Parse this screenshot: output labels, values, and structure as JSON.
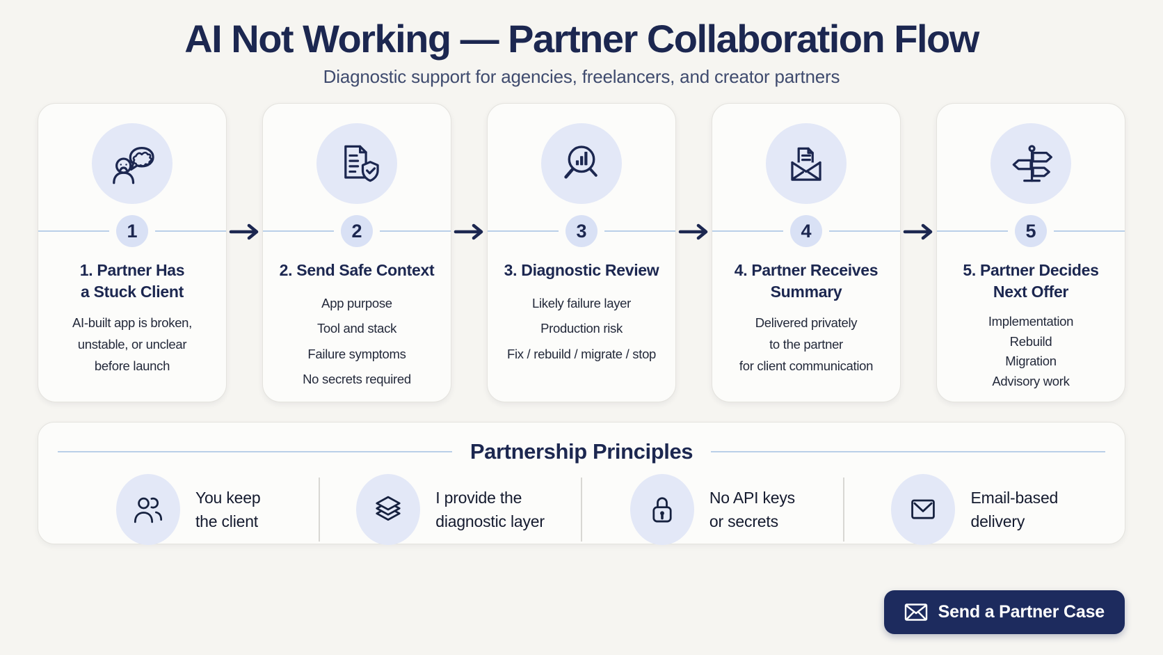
{
  "header": {
    "title": "AI Not Working — Partner Collaboration Flow",
    "subtitle": "Diagnostic support for agencies, freelancers, and creator partners"
  },
  "steps": [
    {
      "number": "1",
      "icon": "confused-client-icon",
      "title_lines": [
        "1. Partner Has",
        "a Stuck Client"
      ],
      "body_lines": [
        "AI-built app is broken,",
        "unstable, or unclear",
        "before launch"
      ]
    },
    {
      "number": "2",
      "icon": "document-shield-icon",
      "title_lines": [
        "2. Send Safe Context"
      ],
      "body_lines": [
        "App purpose",
        "Tool and stack",
        "Failure symptoms",
        "No secrets required"
      ]
    },
    {
      "number": "3",
      "icon": "magnifier-chart-icon",
      "title_lines": [
        "3. Diagnostic Review"
      ],
      "body_lines": [
        "Likely failure layer",
        "Production risk",
        "Fix / rebuild / migrate / stop"
      ]
    },
    {
      "number": "4",
      "icon": "open-envelope-icon",
      "title_lines": [
        "4. Partner Receives",
        "Summary"
      ],
      "body_lines": [
        "Delivered privately",
        "to the partner",
        "for client communication"
      ]
    },
    {
      "number": "5",
      "icon": "signpost-icon",
      "title_lines": [
        "5. Partner Decides",
        "Next Offer"
      ],
      "body_lines": [
        "Implementation",
        "Rebuild",
        "Migration",
        "Advisory work"
      ]
    }
  ],
  "principles": {
    "heading": "Partnership Principles",
    "items": [
      {
        "icon": "people-icon",
        "text_lines": [
          "You keep",
          "the client"
        ]
      },
      {
        "icon": "layers-icon",
        "text_lines": [
          "I provide the",
          "diagnostic layer"
        ]
      },
      {
        "icon": "lock-icon",
        "text_lines": [
          "No API keys",
          "or secrets"
        ]
      },
      {
        "icon": "envelope-icon",
        "text_lines": [
          "Email-based",
          "delivery"
        ]
      }
    ]
  },
  "cta": {
    "label": "Send a Partner Case",
    "icon": "envelope-icon"
  },
  "colors": {
    "navy": "#1c2750",
    "navy-deep": "#1d2b5e",
    "bg": "#f6f5f1",
    "blob": "#e3e8f7",
    "badge-bg": "#d9e1f5",
    "rule-blue": "#b9cfe8"
  }
}
